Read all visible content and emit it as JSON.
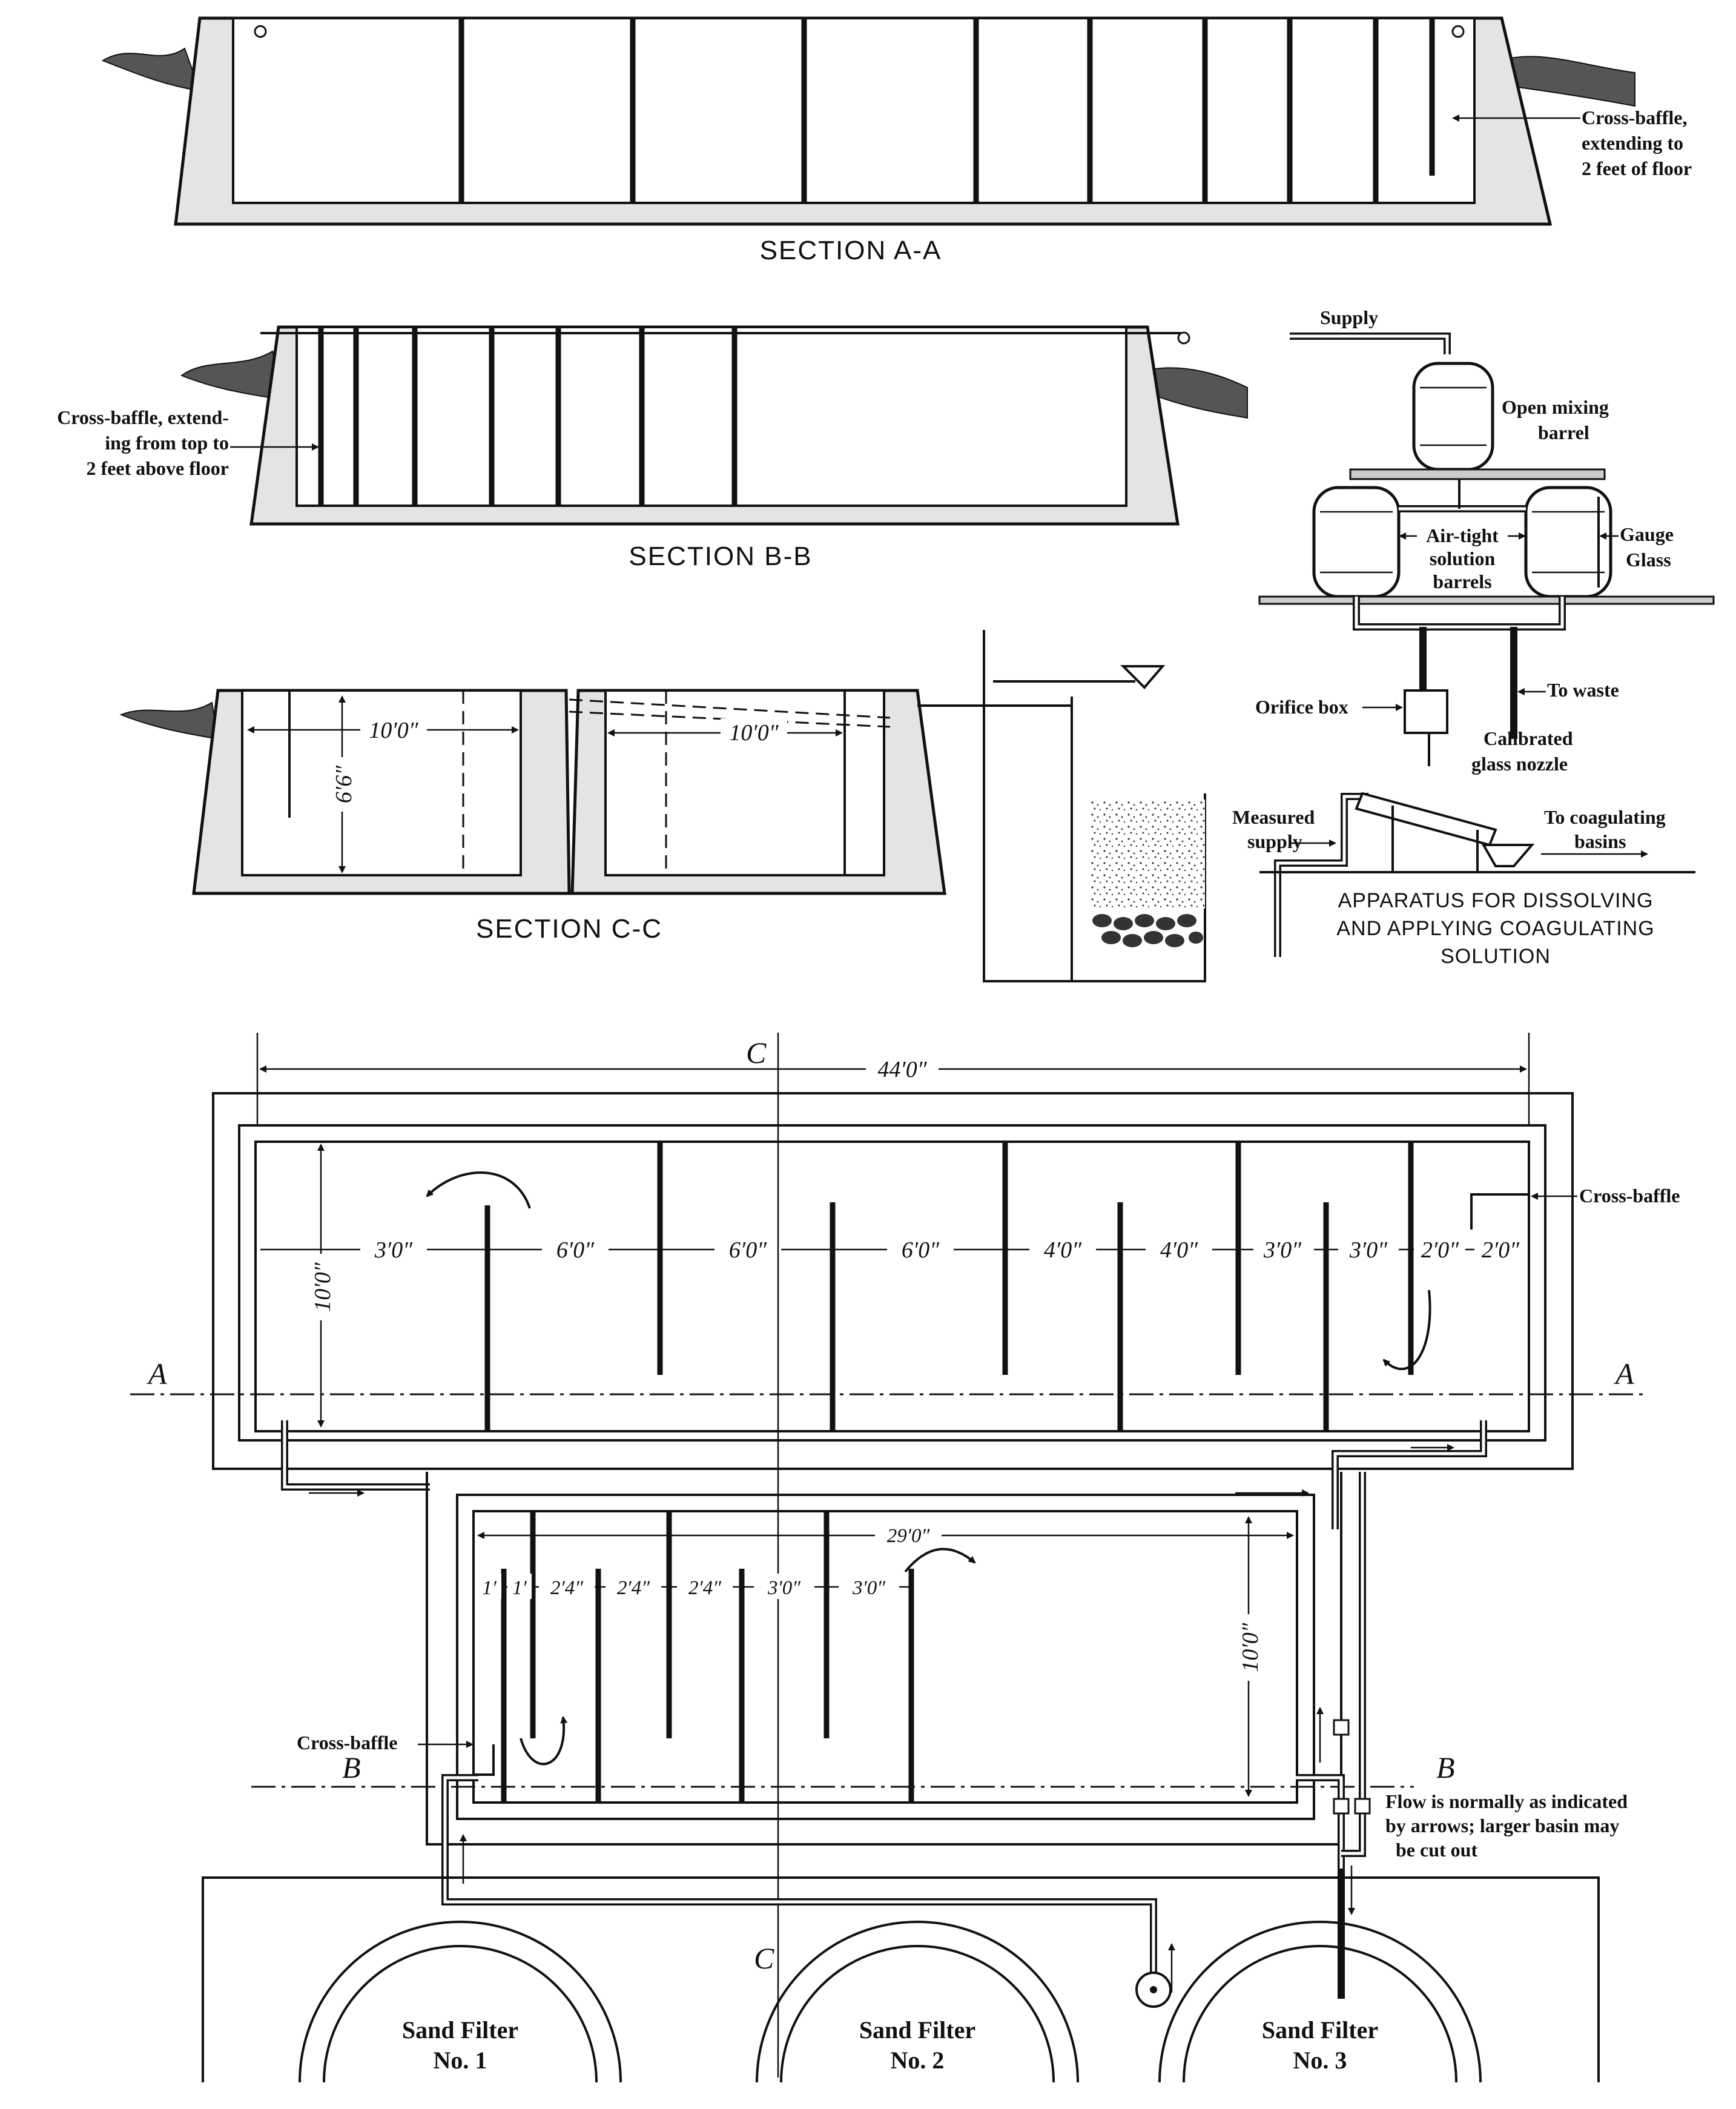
{
  "sections": {
    "a_title": "SECTION A-A",
    "a_note": [
      "Cross-baffle,",
      "extending to",
      "2 feet of floor"
    ],
    "b_title": "SECTION B-B",
    "b_note": [
      "Cross-baffle, extend-",
      "ing from top to",
      "2 feet above floor"
    ],
    "c_title": "SECTION C-C",
    "c_dim_left": "10′0″",
    "c_dim_right": "10′0″",
    "c_dim_height": "6′6″"
  },
  "apparatus": {
    "supply": "Supply",
    "mixing": [
      "Open mixing",
      "barrel"
    ],
    "gauge": [
      "Gauge",
      "Glass"
    ],
    "solution": [
      "Air-tight",
      "solution",
      "barrels"
    ],
    "orifice": "Orifice box",
    "waste": "To waste",
    "nozzle": [
      "Calibrated",
      "glass nozzle"
    ],
    "measured": [
      "Measured",
      "supply"
    ],
    "coag": [
      "To coagulating",
      "basins"
    ],
    "caption": [
      "APPARATUS FOR DISSOLVING",
      "AND APPLYING COAGULATING",
      "SOLUTION"
    ]
  },
  "plan": {
    "upper_length": "44′0″",
    "upper_width": "10′0″",
    "upper_cross_baffle": "Cross-baffle",
    "upper_spacings": [
      "3′0″",
      "6′0″",
      "6′0″",
      "6′0″",
      "4′0″",
      "4′0″",
      "3′0″",
      "3′0″",
      "2′0″",
      "2′0″"
    ],
    "lower_length": "29′0″",
    "lower_width": "10′0″",
    "lower_cross_baffle": "Cross-baffle",
    "lower_spacings": [
      "1′",
      "1′",
      "2′4″",
      "2′4″",
      "2′4″",
      "3′0″",
      "3′0″"
    ],
    "labels": {
      "a": "A",
      "b": "B",
      "c": "C"
    },
    "flow_note": [
      "Flow is normally as indicated",
      "by arrows; larger basin may",
      "be cut out"
    ],
    "filters": [
      {
        "name": "Sand Filter",
        "no": "No. 1"
      },
      {
        "name": "Sand Filter",
        "no": "No. 2"
      },
      {
        "name": "Sand Filter",
        "no": "No. 3"
      }
    ]
  }
}
